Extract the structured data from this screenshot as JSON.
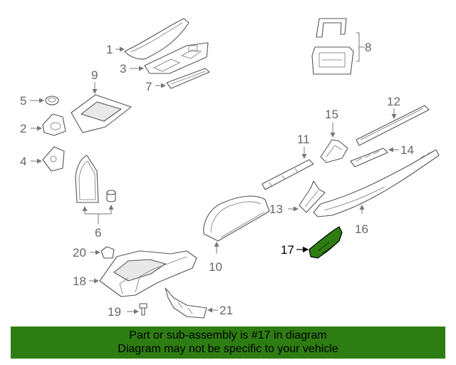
{
  "diagram": {
    "callouts": [
      "1",
      "2",
      "3",
      "4",
      "5",
      "6",
      "7",
      "8",
      "9",
      "10",
      "11",
      "12",
      "13",
      "14",
      "15",
      "16",
      "17",
      "18",
      "19",
      "20",
      "21"
    ],
    "highlighted_part": "17",
    "highlight_color": "#2e7d12"
  },
  "banner": {
    "line1": "Part or sub-assembly is #17 in diagram",
    "line2": "Diagram may not be specific to your vehicle",
    "background": "#2e7d12"
  }
}
